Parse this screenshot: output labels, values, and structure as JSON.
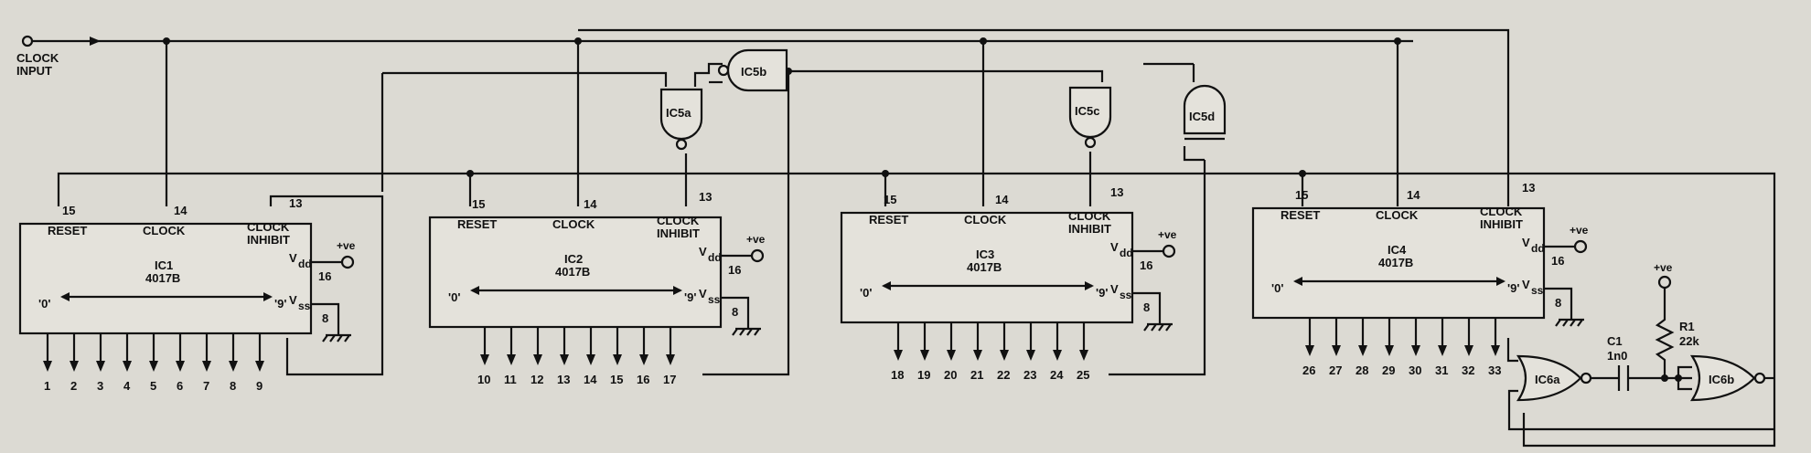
{
  "clock_input": [
    "CLOCK",
    "INPUT"
  ],
  "counters": [
    {
      "name": "IC1",
      "part": "4017B",
      "pins": {
        "reset": "15",
        "clock": "14",
        "inhibit": "13",
        "vdd": "16",
        "vss": "8"
      },
      "outputs": [
        "1",
        "2",
        "3",
        "4",
        "5",
        "6",
        "7",
        "8",
        "9"
      ]
    },
    {
      "name": "IC2",
      "part": "4017B",
      "pins": {
        "reset": "15",
        "clock": "14",
        "inhibit": "13",
        "vdd": "16",
        "vss": "8"
      },
      "outputs": [
        "10",
        "11",
        "12",
        "13",
        "14",
        "15",
        "16",
        "17"
      ]
    },
    {
      "name": "IC3",
      "part": "4017B",
      "pins": {
        "reset": "15",
        "clock": "14",
        "inhibit": "13",
        "vdd": "16",
        "vss": "8"
      },
      "outputs": [
        "18",
        "19",
        "20",
        "21",
        "22",
        "23",
        "24",
        "25"
      ]
    },
    {
      "name": "IC4",
      "part": "4017B",
      "pins": {
        "reset": "15",
        "clock": "14",
        "inhibit": "13",
        "vdd": "16",
        "vss": "8"
      },
      "outputs": [
        "26",
        "27",
        "28",
        "29",
        "30",
        "31",
        "32",
        "33"
      ]
    }
  ],
  "pin_labels": {
    "reset": "RESET",
    "clock": "CLOCK",
    "inhibit": [
      "CLOCK",
      "INHIBIT"
    ],
    "vdd_main": "V",
    "vdd_sub": "dd",
    "vss_main": "V",
    "vss_sub": "ss",
    "range_start": "'0'",
    "range_end": "'9'"
  },
  "supply_label": "+ve",
  "gates": {
    "ic5a": "IC5a",
    "ic5b": "IC5b",
    "ic5c": "IC5c",
    "ic5d": "IC5d",
    "ic6a": "IC6a",
    "ic6b": "IC6b"
  },
  "c1": {
    "name": "C1",
    "value": "1n0"
  },
  "r1": {
    "name": "R1",
    "value": "22k"
  }
}
